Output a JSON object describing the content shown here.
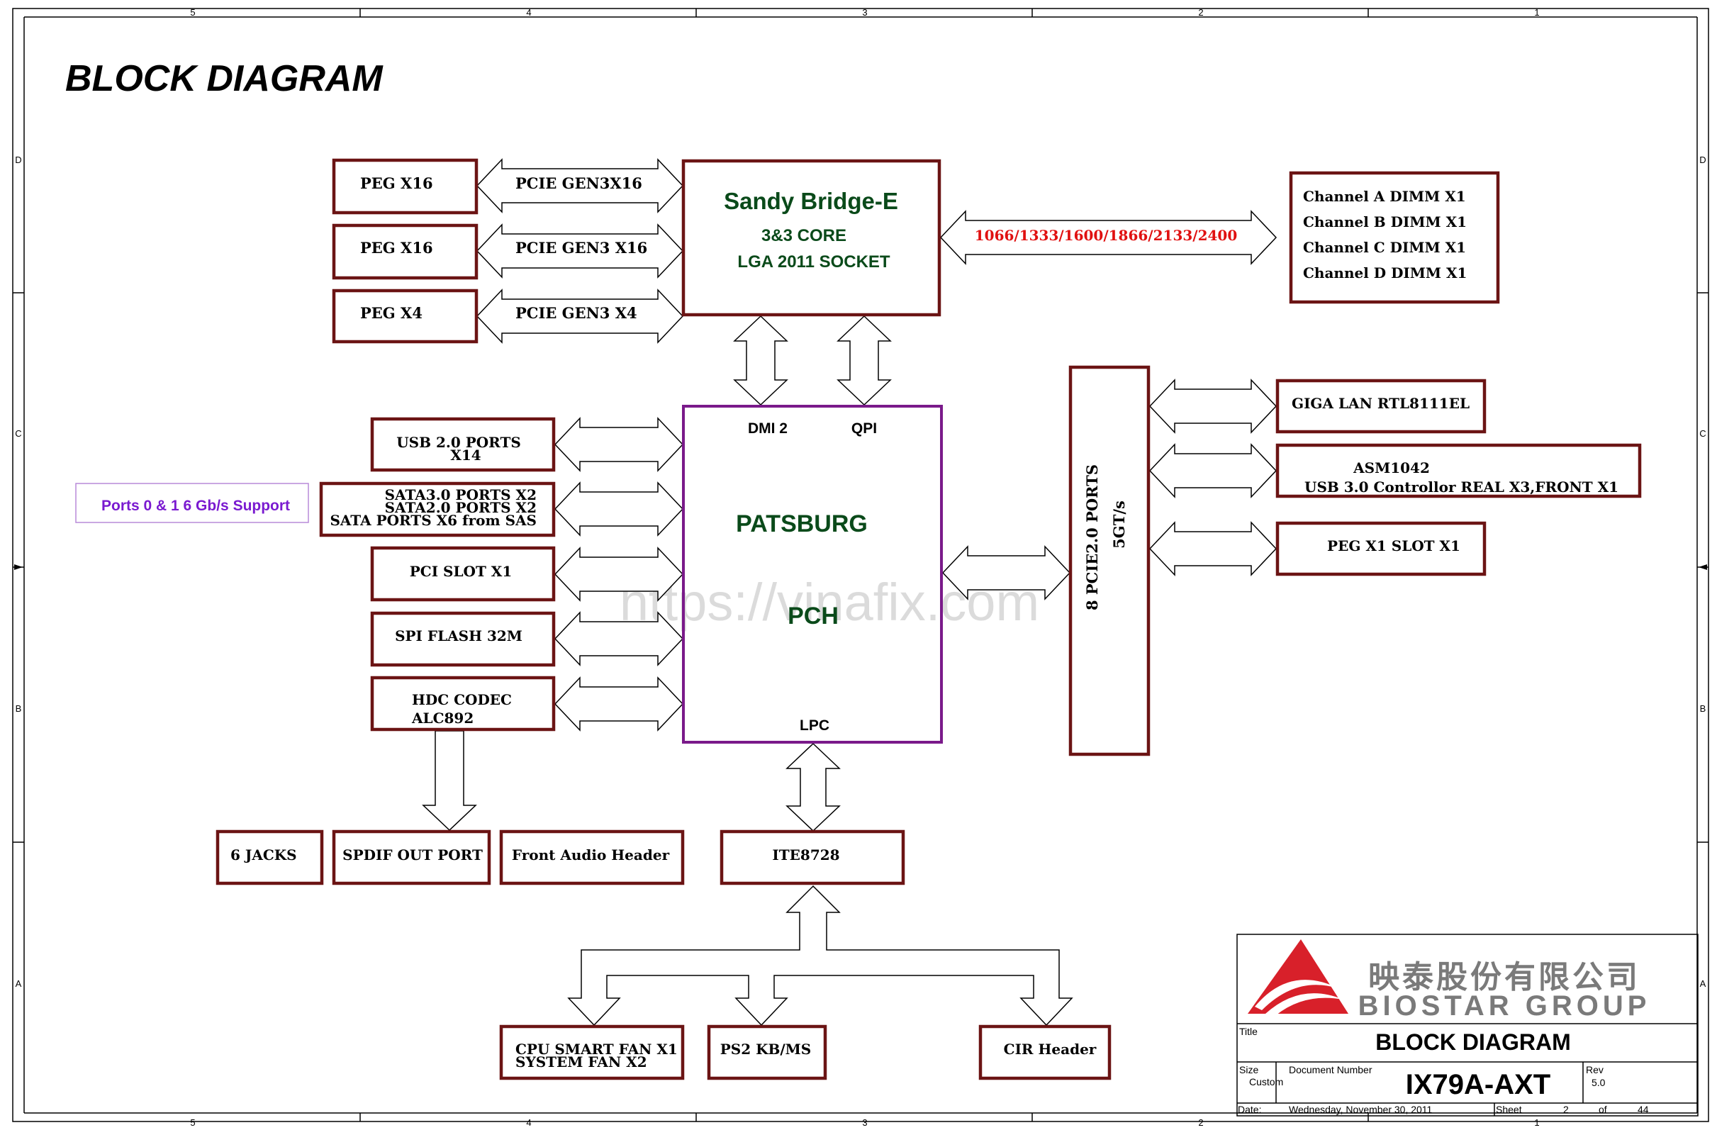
{
  "title": "BLOCK DIAGRAM",
  "colors": {
    "box": "#6b1414",
    "pch": "#7a1a8a",
    "cpu_text": "#0a4a1a",
    "mem_speed": "#e01010",
    "ports_note": "#7a1ad0",
    "ports_note_border": "#b98ad8",
    "logo_red": "#d8202a",
    "logo_gray": "#7a7a7a",
    "watermark": "#d0d0d0"
  },
  "frame": {
    "cols_top": [
      "5",
      "4",
      "3",
      "2",
      "1"
    ],
    "rows_side": [
      "D",
      "C",
      "B",
      "A"
    ]
  },
  "cpu": {
    "name": "Sandy Bridge-E",
    "line2": "3&3 CORE",
    "line3": "LGA 2011 SOCKET"
  },
  "peg": [
    {
      "label": "PEG X16",
      "link": "PCIE GEN3X16"
    },
    {
      "label": "PEG X16",
      "link": "PCIE GEN3 X16"
    },
    {
      "label": "PEG X4",
      "link": "PCIE GEN3 X4"
    }
  ],
  "memory": {
    "speeds": "1066/1333/1600/1866/2133/2400",
    "channels": [
      "Channel A DIMM X1",
      "Channel B DIMM X1",
      "Channel C DIMM X1",
      "Channel D DIMM X1"
    ]
  },
  "pch": {
    "name1": "PATSBURG",
    "name2": "PCH",
    "dmi": "DMI 2",
    "qpi": "QPI",
    "lpc": "LPC"
  },
  "left_devices": {
    "usb": [
      "USB 2.0 PORTS",
      "X14"
    ],
    "sata": [
      "SATA3.0 PORTS X2",
      "SATA2.0 PORTS X2",
      "SATA PORTS X6 from SAS"
    ],
    "pci": "PCI SLOT X1",
    "spi": "SPI FLASH 32M",
    "hdc": [
      "HDC CODEC",
      "ALC892"
    ]
  },
  "ports_note": "Ports 0 & 1 6 Gb/s Support",
  "pcie_hub": [
    "8 PCIE2.0 PORTS",
    "5GT/s"
  ],
  "right_devices": {
    "lan": "GIGA LAN RTL8111EL",
    "asm": [
      "ASM1042",
      "USB 3.0 Controllor REAL X3,FRONT X1"
    ],
    "peg_x1": "PEG X1 SLOT X1"
  },
  "audio": {
    "jacks": "6 JACKS",
    "spdif": "SPDIF OUT PORT",
    "front": "Front Audio Header"
  },
  "ite": "ITE8728",
  "ite_devices": {
    "fan": [
      "CPU SMART FAN X1",
      "SYSTEM FAN X2"
    ],
    "ps2": "PS2 KB/MS",
    "cir": "CIR Header"
  },
  "watermark": "https://vinafix.com",
  "titleblock": {
    "logo_cn": "映泰股份有限公司",
    "logo_en": "BIOSTAR GROUP",
    "title_label": "Title",
    "title": "BLOCK DIAGRAM",
    "size_label": "Size",
    "size_value": "Custom",
    "docnum_label": "Document Number",
    "docnum": "IX79A-AXT",
    "rev_label": "Rev",
    "rev": "5.0",
    "date_label": "Date:",
    "date": "Wednesday, November 30, 2011",
    "sheet_label": "Sheet",
    "sheet": "2",
    "of_label": "of",
    "total": "44"
  }
}
